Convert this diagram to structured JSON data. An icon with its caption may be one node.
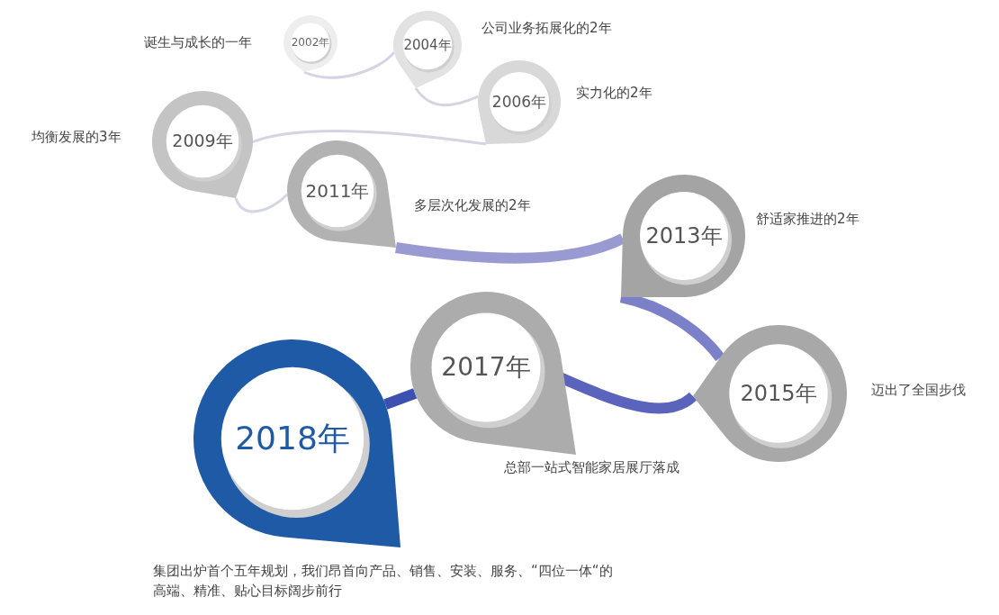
{
  "diagram": {
    "nodes": [
      {
        "text": [
          "2002年"
        ],
        "beside": [
          "诞生与成长的一年"
        ]
      },
      {
        "text": [
          "2004年"
        ],
        "beside": [
          "公司业务拓展化的2年"
        ]
      },
      {
        "text": [
          "2006年"
        ],
        "beside": [
          "实力化的2年"
        ]
      },
      {
        "text": [
          "2009年"
        ],
        "beside": [
          "均衡发展的3年"
        ]
      },
      {
        "text": [
          "2011年"
        ],
        "beside": [
          "多层次化发展的2年"
        ]
      },
      {
        "text": [
          "2013年"
        ],
        "beside": [
          "舒适家推进的2年"
        ]
      },
      {
        "text": [
          "2015年"
        ],
        "beside": [
          "迈出了全国步伐"
        ]
      },
      {
        "text": [
          "2017年"
        ],
        "beside": [
          "总部一站式智能家居展厅落成"
        ]
      },
      {
        "text": [
          "2018年"
        ],
        "beside": [
          "集团出炉首个五年规划，我们昂首向产品、销售、安装、服务、“四位一体“的高端、精准、贴心目标阔步前行"
        ]
      }
    ],
    "edges": [
      {
        "from": 0,
        "to": 1,
        "arrow": "none"
      },
      {
        "from": 1,
        "to": 2,
        "arrow": "none"
      },
      {
        "from": 2,
        "to": 3,
        "arrow": "none"
      },
      {
        "from": 3,
        "to": 4,
        "arrow": "none"
      },
      {
        "from": 4,
        "to": 5,
        "arrow": "none",
        "style": "thick",
        "color": "#9a9ad2"
      },
      {
        "from": 5,
        "to": 6,
        "arrow": "none",
        "style": "thick",
        "color": "#7c80c8"
      },
      {
        "from": 6,
        "to": 7,
        "arrow": "none",
        "style": "thick",
        "color": "#5a64bc"
      },
      {
        "from": 7,
        "to": 8,
        "arrow": "none",
        "style": "thick",
        "color": "#3b50b0"
      }
    ]
  }
}
